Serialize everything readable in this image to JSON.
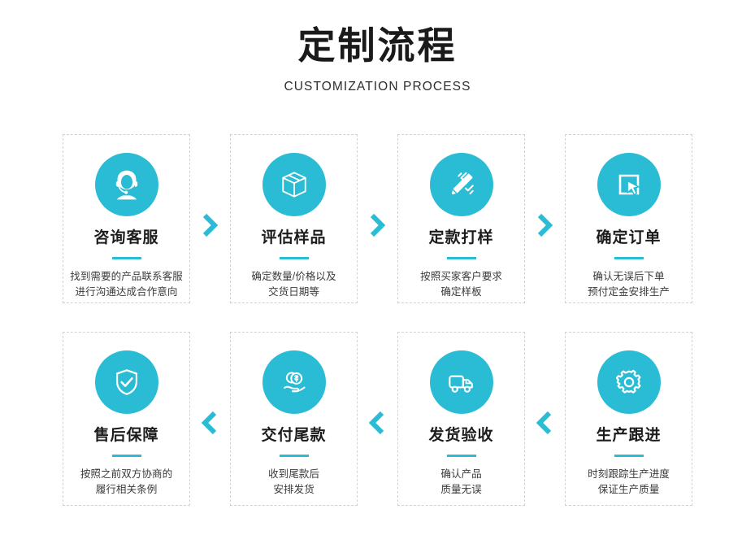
{
  "header": {
    "title": "定制流程",
    "subtitle": "CUSTOMIZATION PROCESS"
  },
  "colors": {
    "accent": "#29bcd4",
    "title": "#1a1a1a",
    "text": "#3b3b3b",
    "card_border": "#d2d2d2",
    "background": "#ffffff"
  },
  "steps_top": [
    {
      "icon": "customer-service-icon",
      "title": "咨询客服",
      "desc_line1": "找到需要的产品联系客服",
      "desc_line2": "进行沟通达成合作意向"
    },
    {
      "icon": "box-package-icon",
      "title": "评估样品",
      "desc_line1": "确定数量/价格以及",
      "desc_line2": "交货日期等"
    },
    {
      "icon": "pencil-design-icon",
      "title": "定款打样",
      "desc_line1": "按照买家客户要求",
      "desc_line2": "确定样板"
    },
    {
      "icon": "cursor-click-icon",
      "title": "确定订单",
      "desc_line1": "确认无误后下单",
      "desc_line2": "预付定金安排生产"
    }
  ],
  "steps_bottom": [
    {
      "icon": "shield-check-icon",
      "title": "售后保障",
      "desc_line1": "按照之前双方协商的",
      "desc_line2": "履行相关条例"
    },
    {
      "icon": "hand-coins-icon",
      "title": "交付尾款",
      "desc_line1": "收到尾款后",
      "desc_line2": "安排发货"
    },
    {
      "icon": "delivery-truck-icon",
      "title": "发货验收",
      "desc_line1": "确认产品",
      "desc_line2": "质量无误"
    },
    {
      "icon": "gear-settings-icon",
      "title": "生产跟进",
      "desc_line1": "时刻跟踪生产进度",
      "desc_line2": "保证生产质量"
    }
  ],
  "arrows": {
    "top_direction": "chevron-right",
    "bottom_direction": "chevron-left"
  }
}
